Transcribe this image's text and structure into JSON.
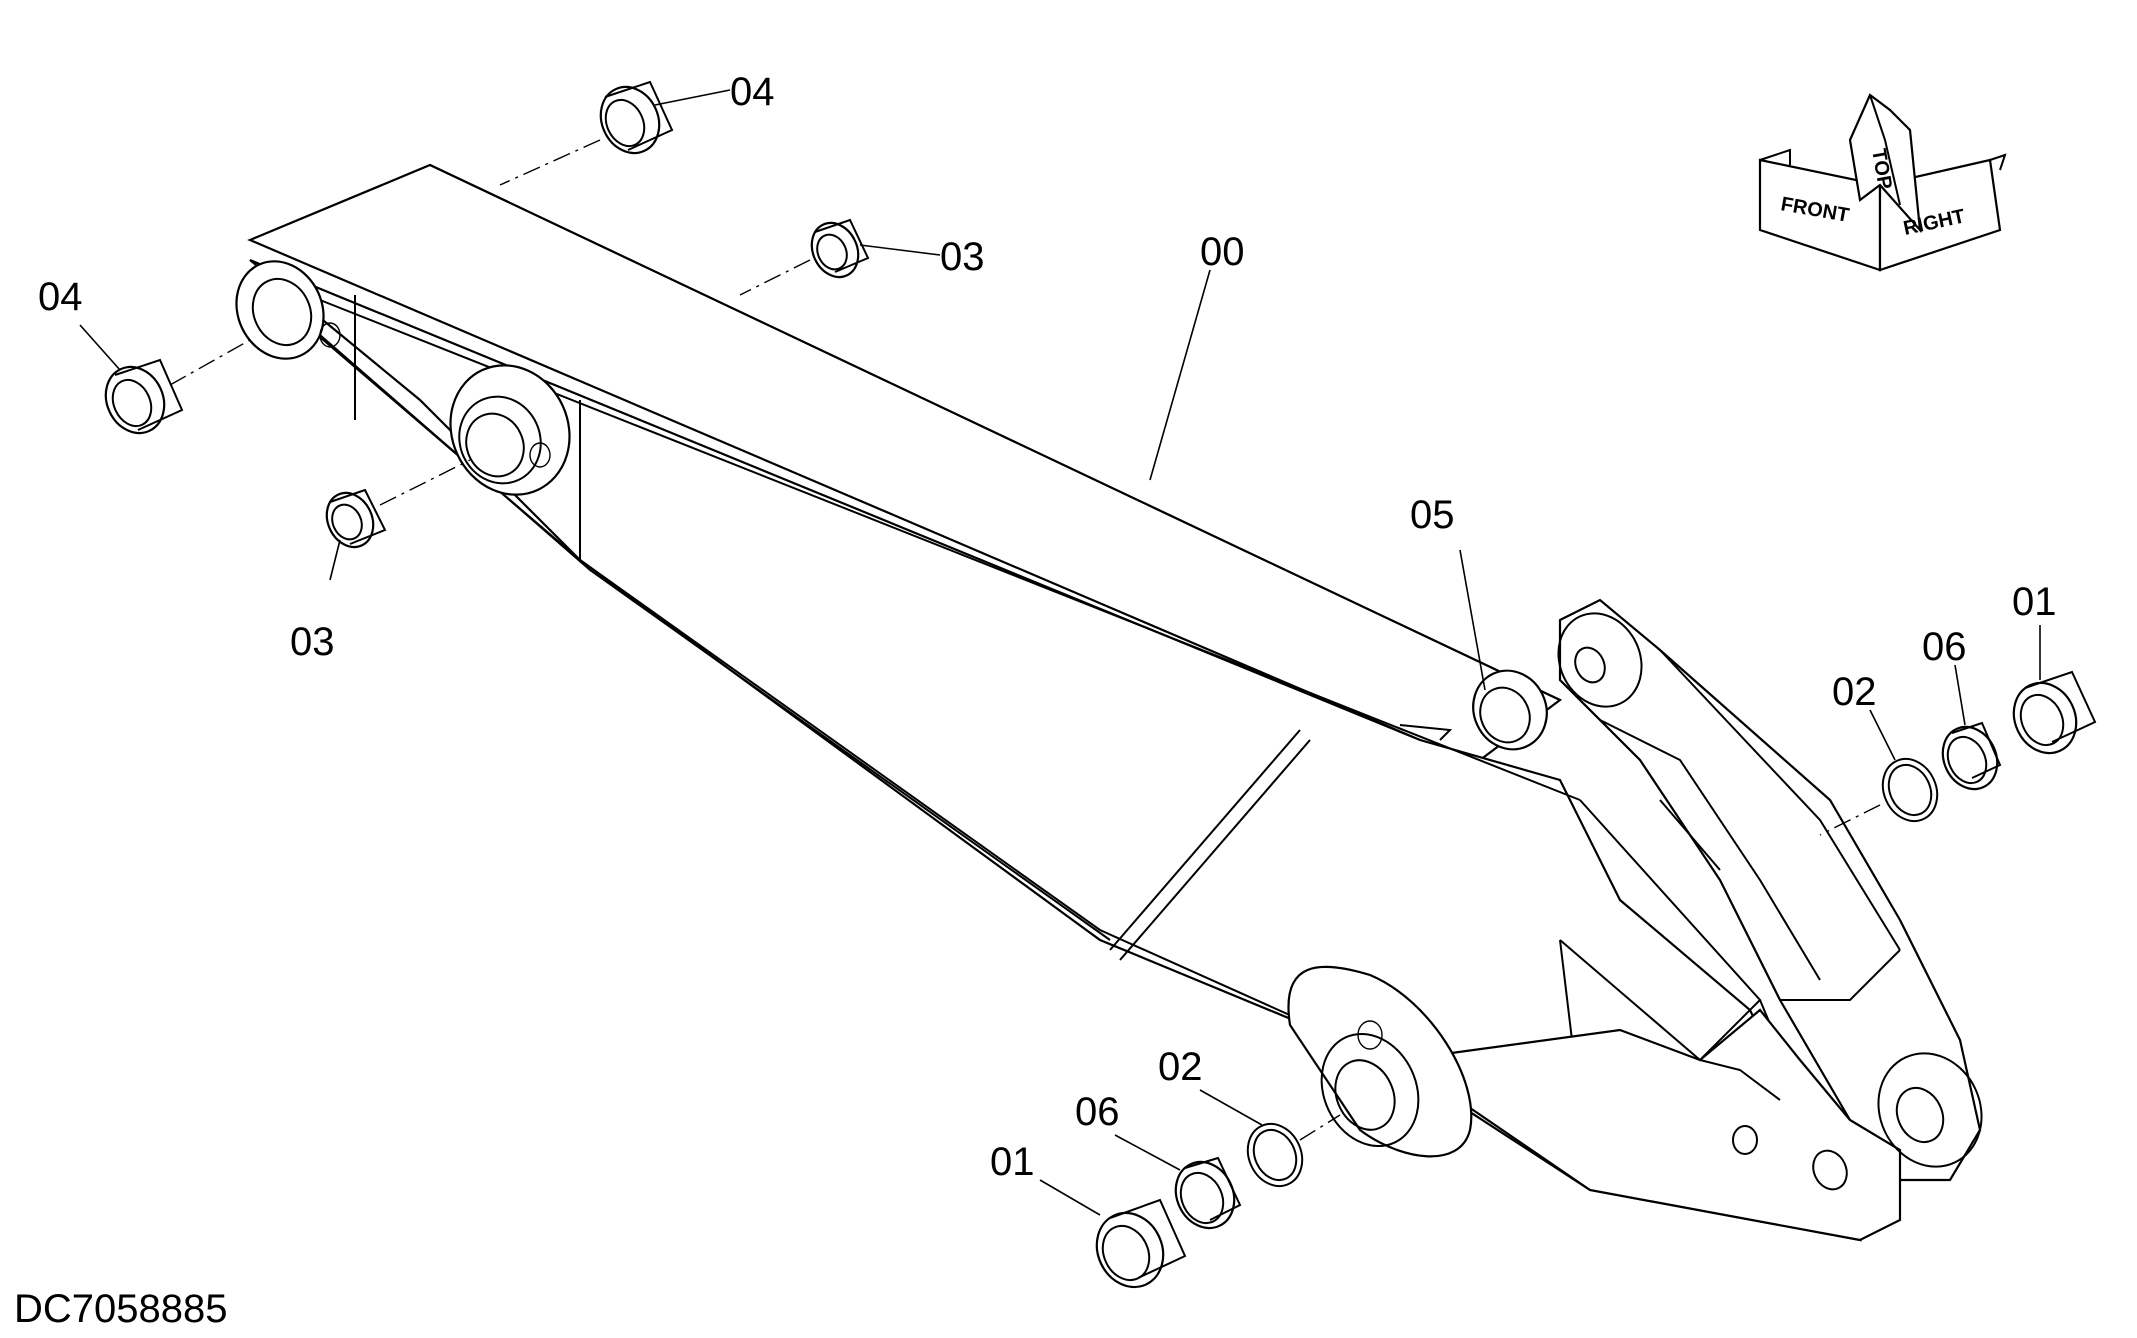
{
  "drawing_id": "DC7058885",
  "callouts": {
    "c00": "00",
    "c01_left": "01",
    "c01_right": "01",
    "c02_left": "02",
    "c02_right": "02",
    "c03_top": "03",
    "c03_left": "03",
    "c04_top": "04",
    "c04_left": "04",
    "c05": "05",
    "c06_left": "06",
    "c06_right": "06"
  },
  "orientation": {
    "front": "FRONT",
    "top": "TOP",
    "right": "RIGHT"
  }
}
